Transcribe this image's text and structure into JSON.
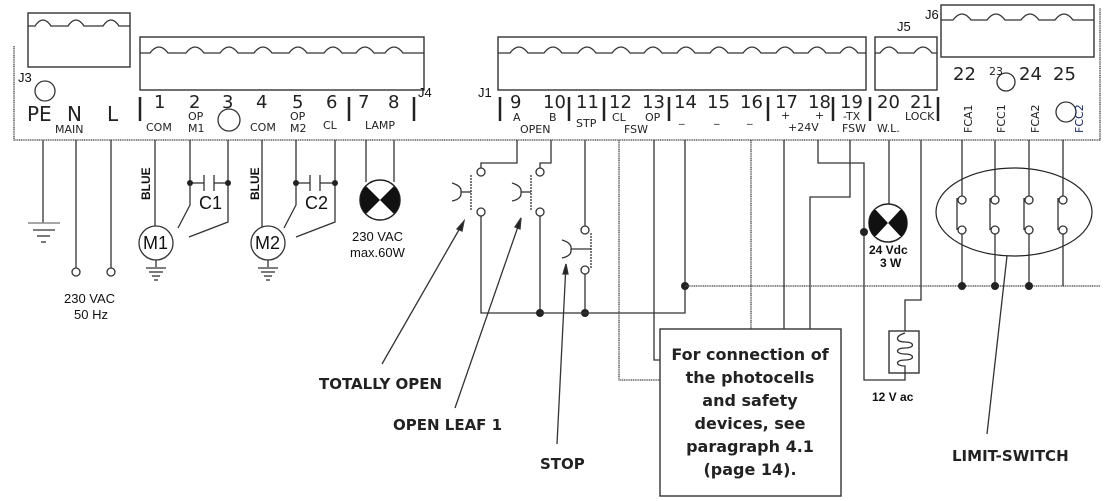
{
  "connectors": {
    "j3": {
      "name": "J3",
      "terminals": [
        {
          "label": "PE"
        },
        {
          "label": "N"
        },
        {
          "label": "L"
        }
      ],
      "group_label": "MAIN"
    },
    "j4": {
      "name": "J4",
      "terminals": [
        {
          "num": "1",
          "sub": "COM"
        },
        {
          "num": "2",
          "sub1": "OP",
          "sub2": "M1"
        },
        {
          "num": "3"
        },
        {
          "num": "4",
          "sub": "COM"
        },
        {
          "num": "5",
          "sub1": "OP",
          "sub2": "M2"
        },
        {
          "num": "6",
          "sub": "CL"
        },
        {
          "num": "7"
        },
        {
          "num": "8"
        }
      ],
      "lamp_label": "LAMP"
    },
    "j1": {
      "name": "J1",
      "terminals": [
        {
          "num": "9",
          "sub": "A"
        },
        {
          "num": "10",
          "sub": "B"
        },
        {
          "num": "11",
          "sub": "STP"
        },
        {
          "num": "12",
          "sub": "CL"
        },
        {
          "num": "13",
          "sub": "OP"
        },
        {
          "num": "14",
          "sub": "_"
        },
        {
          "num": "15",
          "sub": "_"
        },
        {
          "num": "16",
          "sub": "_"
        },
        {
          "num": "17",
          "sub": "+"
        },
        {
          "num": "18",
          "sub": "+"
        },
        {
          "num": "19",
          "sub1": "-TX",
          "sub2": "FSW"
        }
      ],
      "open_label": "OPEN",
      "fsw_label": "FSW",
      "v24_label": "+24V"
    },
    "j5": {
      "name": "J5",
      "terminals": [
        {
          "num": "20",
          "sub": "W.L."
        },
        {
          "num": "21",
          "sub": "LOCK"
        }
      ]
    },
    "j6": {
      "name": "J6",
      "terminals": [
        {
          "num": "22",
          "sub": "FCA1"
        },
        {
          "num": "23",
          "sub": "FCC1"
        },
        {
          "num": "24",
          "sub": "FCA2"
        },
        {
          "num": "25",
          "sub": "FCC2"
        }
      ]
    }
  },
  "components": {
    "supply": {
      "line1": "230 VAC",
      "line2": "50 Hz"
    },
    "m1": {
      "label": "M1",
      "wire_color": "BLUE",
      "capacitor": "C1"
    },
    "m2": {
      "label": "M2",
      "wire_color": "BLUE",
      "capacitor": "C2"
    },
    "lamp": {
      "line1": "230 VAC",
      "line2": "max.60W"
    },
    "warning_lamp": {
      "line1": "24 Vdc",
      "line2": "3 W"
    },
    "lock": {
      "label": "12 V ac"
    }
  },
  "callouts": {
    "totally_open": "TOTALLY OPEN",
    "open_leaf_1": "OPEN LEAF 1",
    "stop": "STOP",
    "limit_switch": "LIMIT-SWITCH"
  },
  "note": {
    "lines": [
      "For connection of",
      "the photocells",
      "and safety",
      "devices, see",
      "paragraph 4.1",
      "(page 14)."
    ]
  }
}
